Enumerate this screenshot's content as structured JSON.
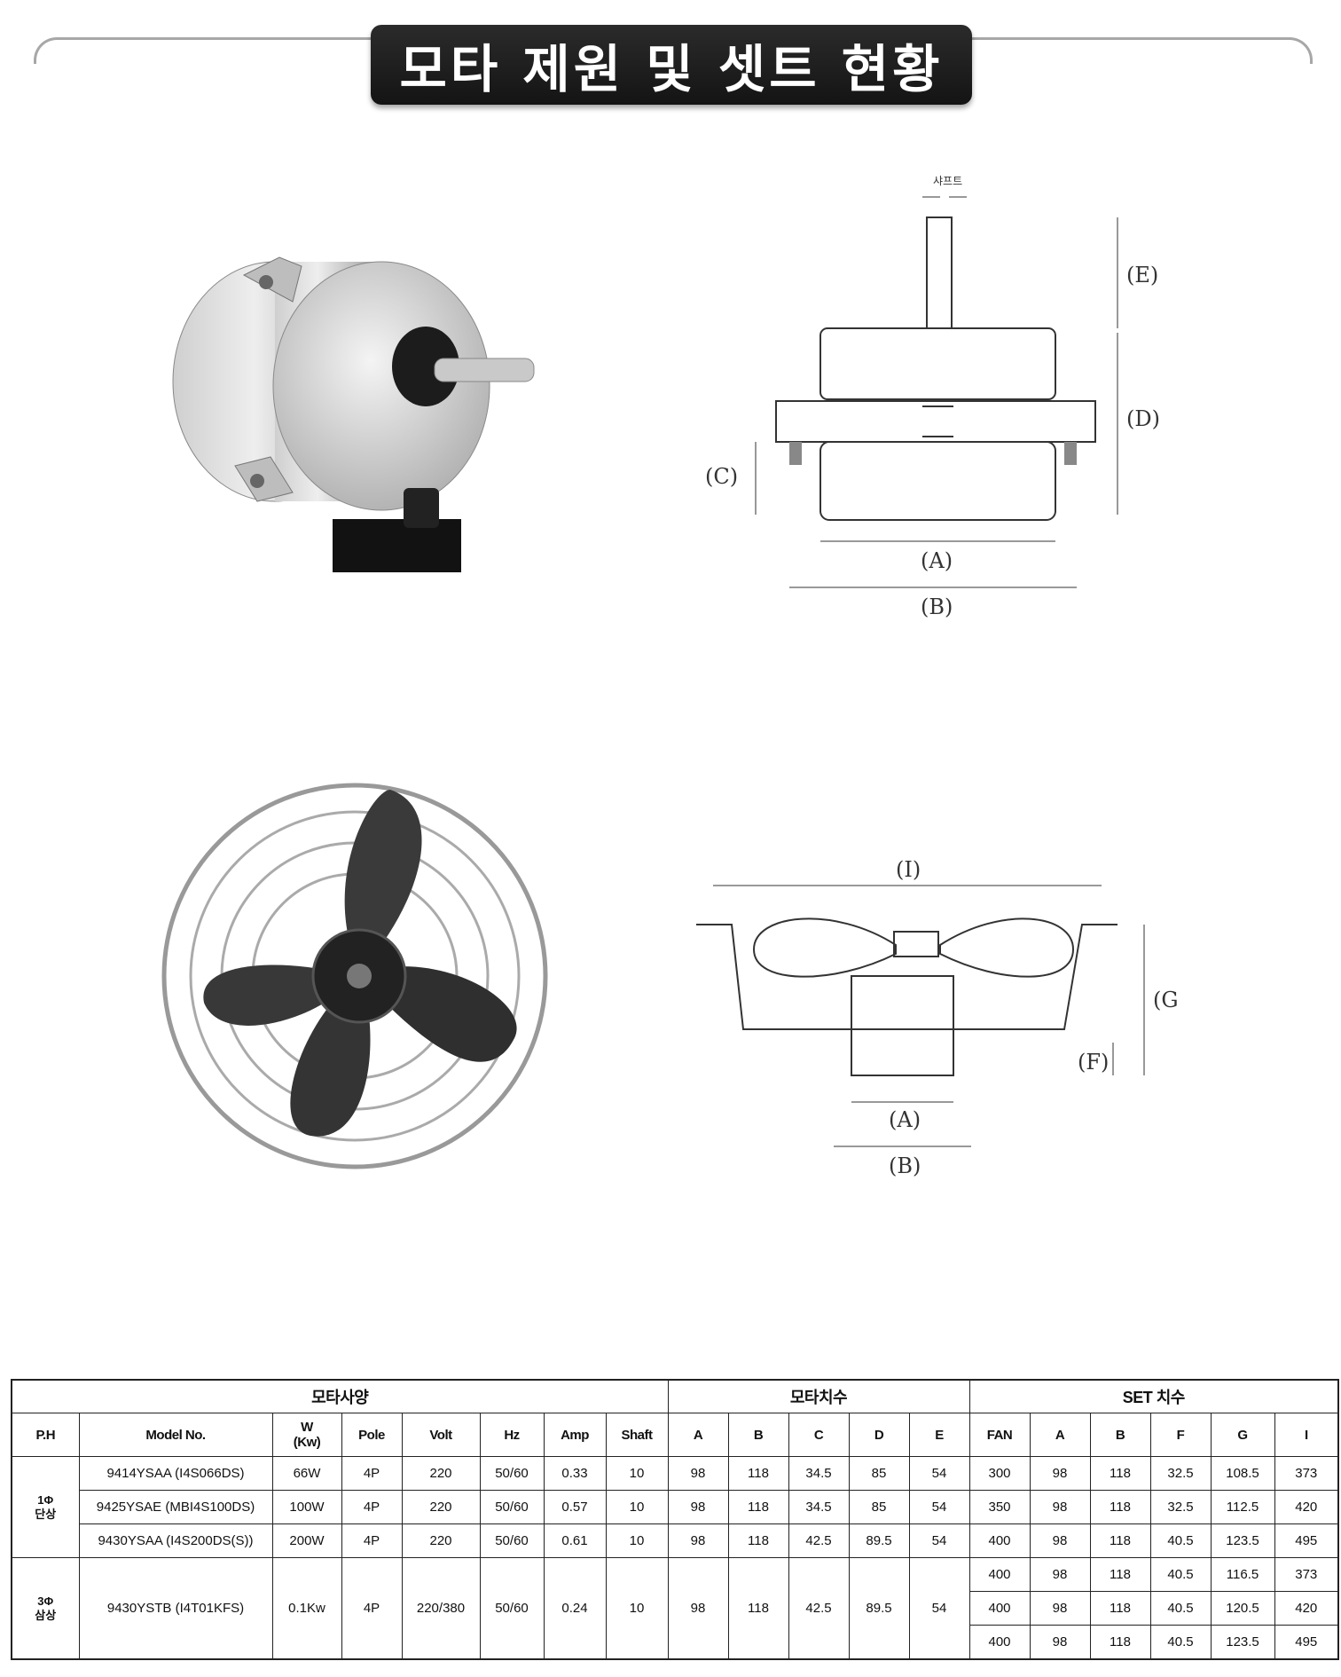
{
  "header": {
    "title": "모타 제원 및 셋트 현황"
  },
  "motor_drawing": {
    "shaft_label": "샤프트",
    "dims": {
      "A": "(A)",
      "B": "(B)",
      "C": "(C)",
      "D": "(D)",
      "E": "(E)"
    }
  },
  "set_drawing": {
    "dims": {
      "I": "(I)",
      "G": "(G)",
      "F": "(F)",
      "A": "(A)",
      "B": "(B)"
    }
  },
  "table": {
    "groups": {
      "motor_spec": "모타사양",
      "motor_dims": "모타치수",
      "set_dims": "SET 치수"
    },
    "columns": {
      "ph": "P.H",
      "model": "Model No.",
      "w": "W",
      "w_unit": "(Kw)",
      "pole": "Pole",
      "volt": "Volt",
      "hz": "Hz",
      "amp": "Amp",
      "shaft": "Shaft",
      "a": "A",
      "b": "B",
      "c": "C",
      "d": "D",
      "e": "E",
      "fan": "FAN",
      "sa": "A",
      "sb": "B",
      "f": "F",
      "g": "G",
      "i": "I"
    },
    "phase1": {
      "ph_line1": "1Φ",
      "ph_line2": "단상"
    },
    "phase3": {
      "ph_line1": "3Φ",
      "ph_line2": "삼상"
    },
    "rows": [
      {
        "model": "9414YSAA (I4S066DS)",
        "w": "66W",
        "pole": "4P",
        "volt": "220",
        "hz": "50/60",
        "amp": "0.33",
        "shaft": "10",
        "a": "98",
        "b": "118",
        "c": "34.5",
        "d": "85",
        "e": "54",
        "fan": "300",
        "sa": "98",
        "sb": "118",
        "f": "32.5",
        "g": "108.5",
        "i": "373"
      },
      {
        "model": "9425YSAE (MBI4S100DS)",
        "w": "100W",
        "pole": "4P",
        "volt": "220",
        "hz": "50/60",
        "amp": "0.57",
        "shaft": "10",
        "a": "98",
        "b": "118",
        "c": "34.5",
        "d": "85",
        "e": "54",
        "fan": "350",
        "sa": "98",
        "sb": "118",
        "f": "32.5",
        "g": "112.5",
        "i": "420"
      },
      {
        "model": "9430YSAA (I4S200DS(S))",
        "w": "200W",
        "pole": "4P",
        "volt": "220",
        "hz": "50/60",
        "amp": "0.61",
        "shaft": "10",
        "a": "98",
        "b": "118",
        "c": "42.5",
        "d": "89.5",
        "e": "54",
        "fan": "400",
        "sa": "98",
        "sb": "118",
        "f": "40.5",
        "g": "123.5",
        "i": "495"
      }
    ],
    "row3": {
      "model": "9430YSTB (I4T01KFS)",
      "w": "0.1Kw",
      "pole": "4P",
      "volt": "220/380",
      "hz": "50/60",
      "amp": "0.24",
      "shaft": "10",
      "a": "98",
      "b": "118",
      "c": "42.5",
      "d": "89.5",
      "e": "54",
      "sets": [
        {
          "fan": "400",
          "sa": "98",
          "sb": "118",
          "f": "40.5",
          "g": "116.5",
          "i": "373"
        },
        {
          "fan": "400",
          "sa": "98",
          "sb": "118",
          "f": "40.5",
          "g": "120.5",
          "i": "420"
        },
        {
          "fan": "400",
          "sa": "98",
          "sb": "118",
          "f": "40.5",
          "g": "123.5",
          "i": "495"
        }
      ]
    }
  }
}
